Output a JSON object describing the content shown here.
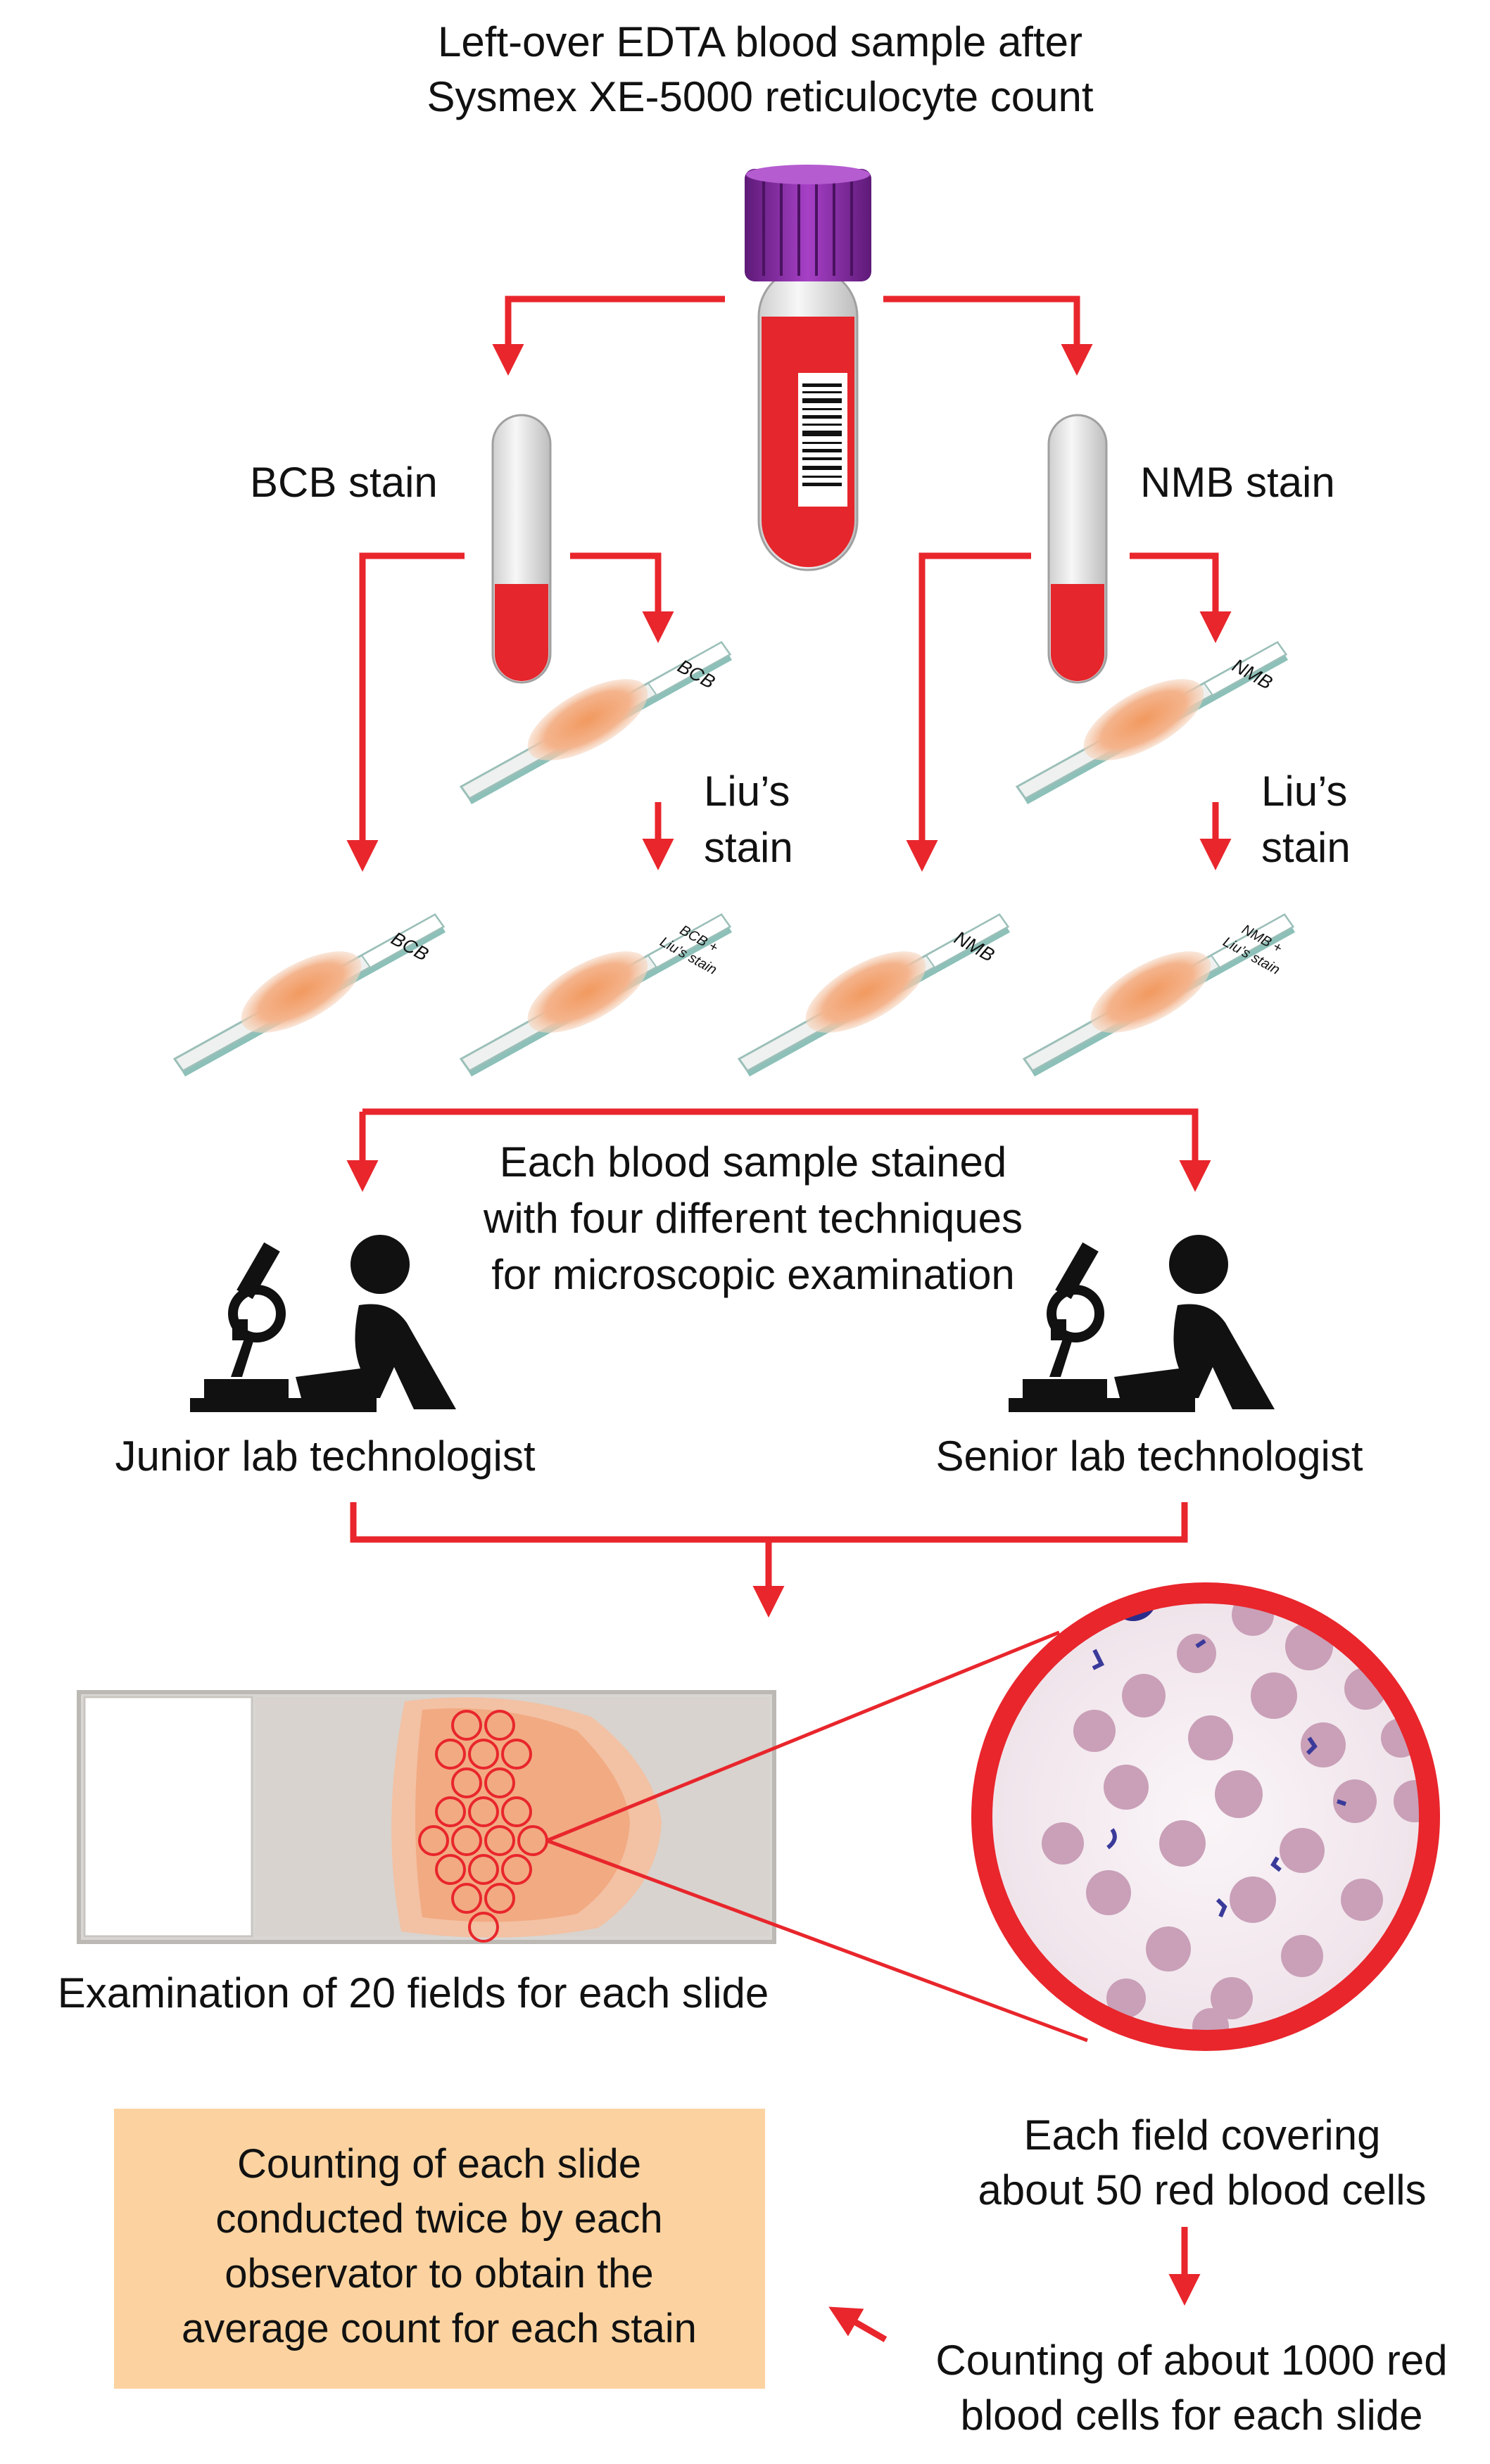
{
  "title": {
    "line1": "Left-over EDTA blood sample after",
    "line2": "Sysmex XE-5000 reticulocyte count"
  },
  "stains": {
    "bcb": "BCB stain",
    "nmb": "NMB stain",
    "liu_left_line1": "Liu’s",
    "liu_left_line2": "stain",
    "liu_right_line1": "Liu’s",
    "liu_right_line2": "stain"
  },
  "slide_labels": {
    "bcb_upper": "BCB",
    "nmb_upper": "NMB",
    "bcb": "BCB",
    "bcb_liu_line1": "BCB +",
    "bcb_liu_line2": "Liu’s stain",
    "nmb": "NMB",
    "nmb_liu_line1": "NMB +",
    "nmb_liu_line2": "Liu’s stain"
  },
  "center_text": {
    "line1": "Each blood sample stained",
    "line2": "with four different techniques",
    "line3": "for microscopic examination"
  },
  "observers": {
    "junior": "Junior lab technologist",
    "senior": "Senior lab technologist"
  },
  "examination": {
    "fields_text": "Examination of 20 fields for each slide",
    "field_cover_line1": "Each field covering",
    "field_cover_line2": "about 50 red blood cells",
    "count_line1": "Counting of about 1000 red",
    "count_line2": "blood cells for each slide"
  },
  "box": {
    "line1": "Counting of each slide",
    "line2": "conducted twice by each",
    "line3": "observator to obtain the",
    "line4": "average count for each stain"
  },
  "colors": {
    "arrow": "#e8262c",
    "blood": "#e5262c",
    "cap": "#8b2aa8",
    "box_fill": "#fcd3a0",
    "smear": "#f2a277"
  },
  "icons": {
    "tube": "blood-tube-icon",
    "slide": "slide-icon",
    "microscope": "microscope-icon",
    "person": "technologist-icon",
    "magnifier": "magnified-view-icon"
  }
}
